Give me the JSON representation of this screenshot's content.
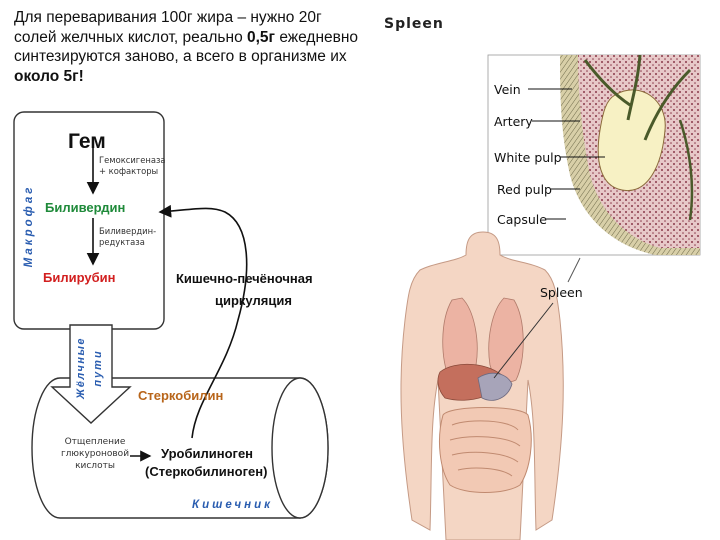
{
  "intro": {
    "part1": "Для переваривания 100г жира – нужно 20г солей желчных кислот, реально ",
    "bold1": "0,5г",
    "part2": " ежедневно синтезируются заново, а всего в организме их ",
    "bold2": "около 5г!"
  },
  "scheme": {
    "macrophage": "Макрофаг",
    "heme": "Гем",
    "heme_oxygenase_1": "Гемоксигеназа",
    "heme_oxygenase_2": "+ кофакторы",
    "biliverdin": "Биливердин",
    "reductase_1": "Биливердин-",
    "reductase_2": "редуктаза",
    "bilirubin": "Билирубин",
    "circulation_1": "Кишечно-печёночная",
    "circulation_2": "циркуляция",
    "bile_ducts_1": "Жёлчные",
    "bile_ducts_2": "пути",
    "stercobilin": "Стеркобилин",
    "glucuronic_1": "Отщепление",
    "glucuronic_2": "глюкуроновой",
    "glucuronic_3": "кислоты",
    "urobilinogen_1": "Уробилиноген",
    "urobilinogen_2": "(Стеркобилиноген)",
    "intestine": "Кишечник"
  },
  "colors": {
    "heme": "#111111",
    "biliverdin": "#1f8a3a",
    "bilirubin": "#d21f1f",
    "stercobilin": "#b8651a",
    "macrophage_label": "#2a5db0",
    "intestine_label": "#2a5db0"
  },
  "spleen": {
    "title": "Spleen",
    "vein": "Vein",
    "artery": "Artery",
    "white_pulp": "White pulp",
    "red_pulp": "Red pulp",
    "capsule": "Capsule",
    "body_label": "Spleen"
  }
}
